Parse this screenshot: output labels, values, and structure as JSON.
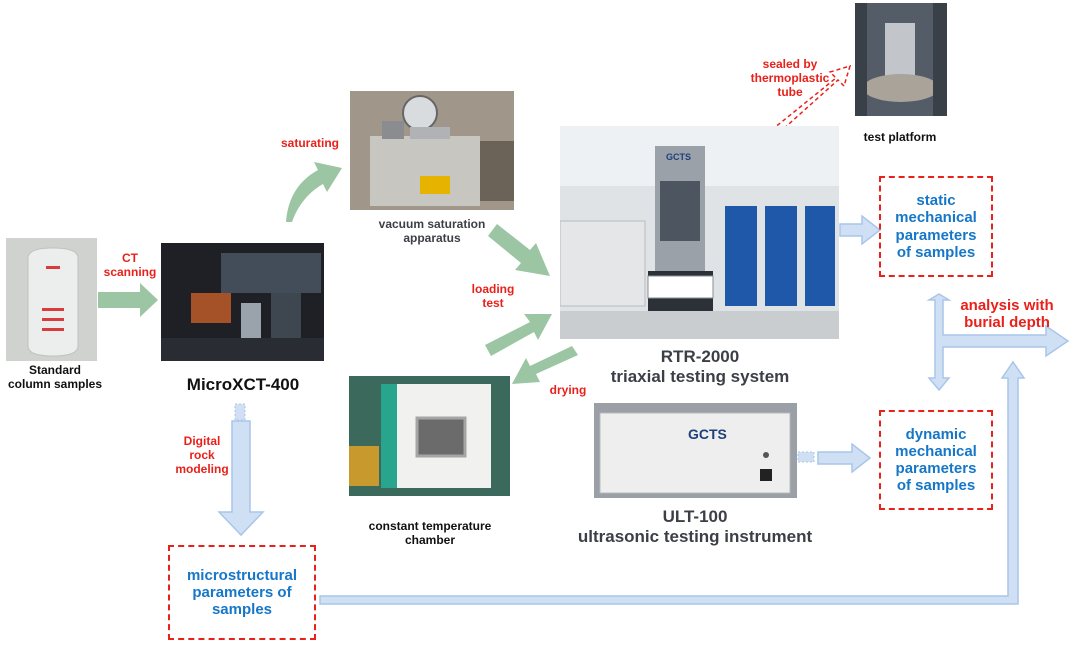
{
  "labels": {
    "standard_samples": "Standard\ncolumn samples",
    "ct_scanning": "CT\nscanning",
    "microxct": "MicroXCT-400",
    "saturating": "saturating",
    "vacuum": "vacuum saturation\napparatus",
    "loading": "loading\ntest",
    "drying": "drying",
    "chamber": "constant temperature\nchamber",
    "digital": "Digital\nrock\nmodeling",
    "rtr": "RTR-2000\ntriaxial testing system",
    "ult": "ULT-100\nultrasonic testing instrument",
    "sealed": "sealed by\nthermoplastic\ntube",
    "platform": "test platform",
    "static": "static\nmechanical\nparameters\nof samples",
    "dynamic": "dynamic\nmechanical\nparameters\nof samples",
    "micro": "microstructural\nparameters of\nsamples",
    "analysis": "analysis with\nburial depth",
    "gcts_logo": "GCTS"
  },
  "colors": {
    "red": "#e8211b",
    "blue_text": "#1677c8",
    "green_arrow": "#8fbf9b",
    "blue_arrow": "#c9dcf2",
    "blue_arrow_stroke": "#a9c6e8"
  }
}
